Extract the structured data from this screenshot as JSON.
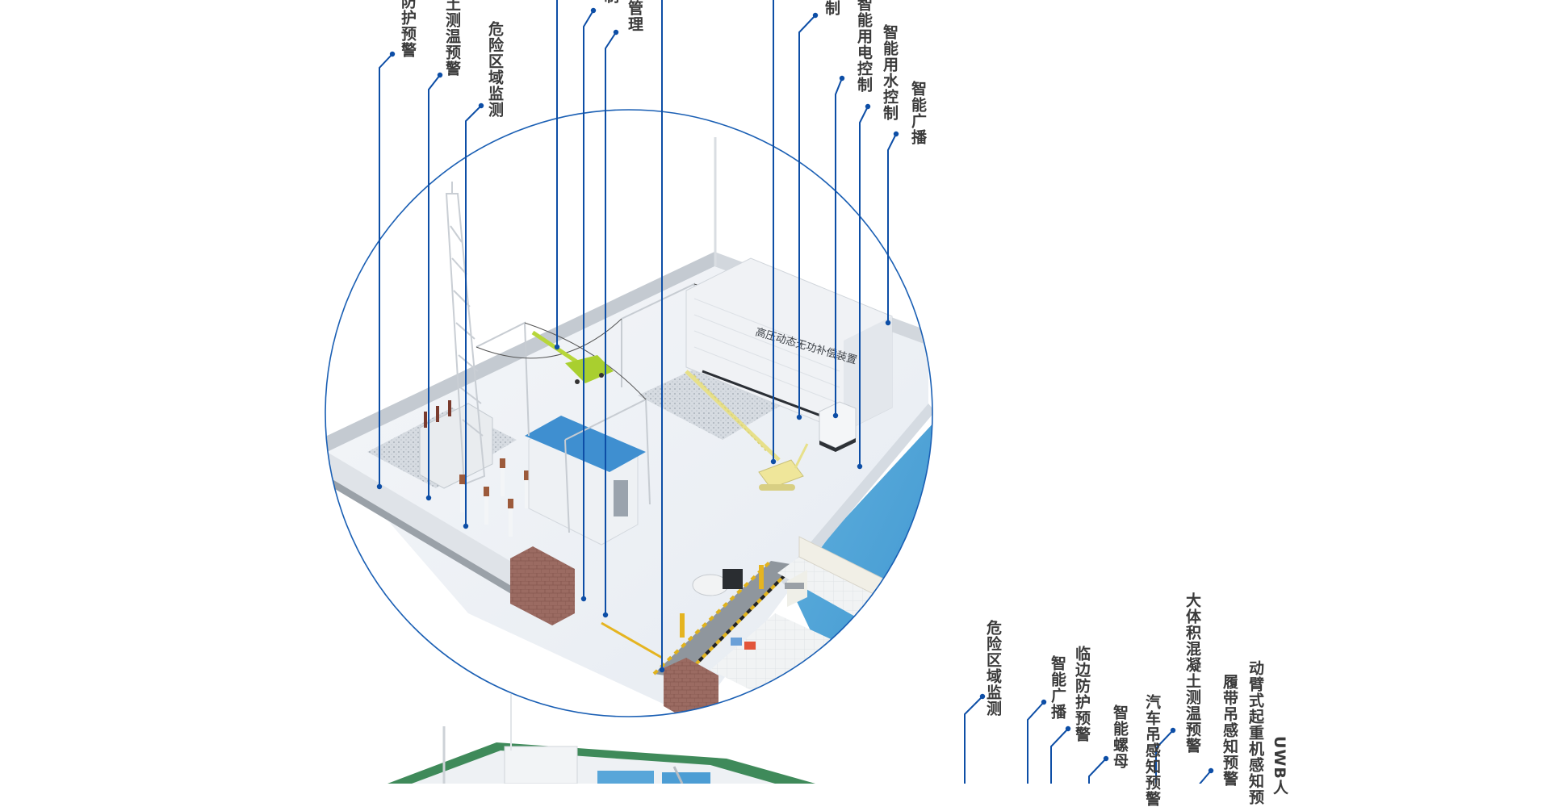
{
  "diagram": {
    "title_colors": {
      "leader_line": "#0d4ea6",
      "circle_outline": "#1a5fb4",
      "label_text": "#3a3a3a",
      "water": "#5aa7d8",
      "ground": "#eef2f6",
      "grass": "#3f8a5a"
    },
    "main_scene": {
      "description": "Isometric substation construction site inside circular frame",
      "building_sign": "高压动态无功补偿装置"
    },
    "top_labels": [
      {
        "id": "edge-protection-warning",
        "text": "临边防护预警",
        "visible_text": "防护预警"
      },
      {
        "id": "concrete-temp-warning",
        "text": "大体积混凝土测温预警",
        "visible_text": "凝土测温预警"
      },
      {
        "id": "danger-zone-monitoring",
        "text": "危险区域监测",
        "visible_text": "危险区域监测"
      },
      {
        "id": "control-1",
        "text": "控制",
        "visible_text": "制"
      },
      {
        "id": "personnel-management",
        "text": "人员管理",
        "visible_text": "人管理"
      },
      {
        "id": "control-2",
        "text": "控制",
        "visible_text": "控制"
      },
      {
        "id": "smart-power-control",
        "text": "智能用电控制",
        "visible_text": "智能用电控制"
      },
      {
        "id": "smart-water-control",
        "text": "智能用水控制",
        "visible_text": "智能用水控制"
      },
      {
        "id": "smart-broadcast",
        "text": "智能广播",
        "visible_text": "智能广播"
      }
    ],
    "bottom_labels": [
      {
        "id": "danger-zone-monitoring-2",
        "text": "危险区域监测"
      },
      {
        "id": "smart-broadcast-2",
        "text": "智能广播"
      },
      {
        "id": "edge-protection-warning-2",
        "text": "临边防护预警"
      },
      {
        "id": "smart-nut",
        "text": "智能螺母"
      },
      {
        "id": "truck-crane-warning",
        "text": "汽车吊感知预警"
      },
      {
        "id": "concrete-temp-warning-2",
        "text": "大体积混凝土测温预警"
      },
      {
        "id": "crawler-crane-warning",
        "text": "履带吊感知预警"
      },
      {
        "id": "boom-crane-warning",
        "text": "动臂式起重机感知预"
      },
      {
        "id": "uwb-personnel",
        "text": "UWB人"
      }
    ]
  }
}
